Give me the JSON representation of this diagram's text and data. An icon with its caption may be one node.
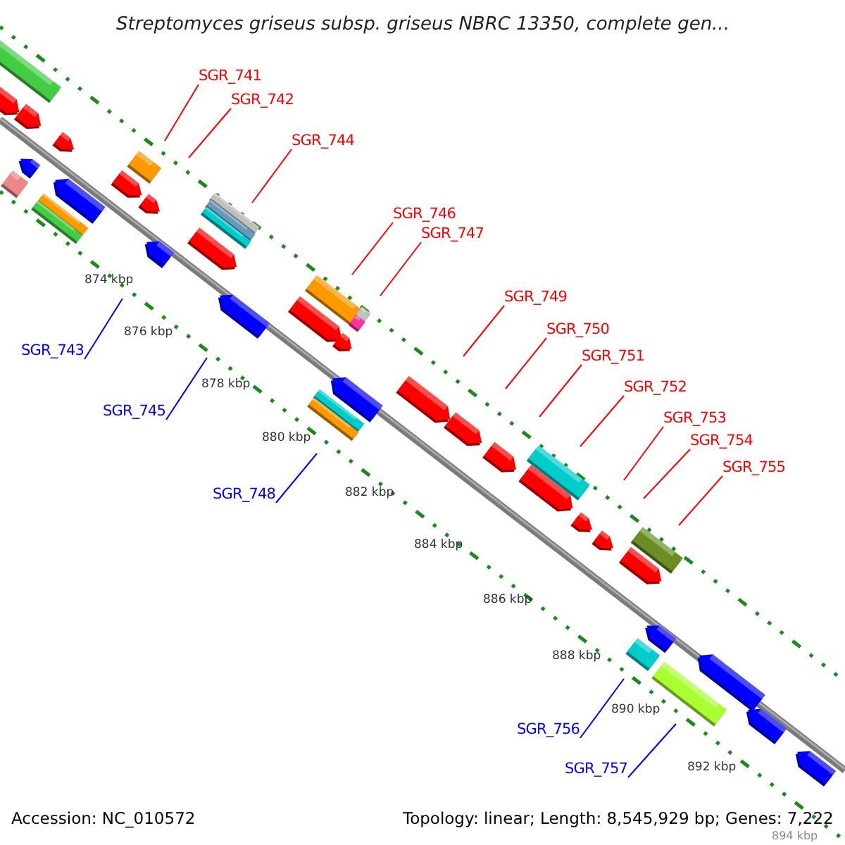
{
  "diagram": {
    "title": "Streptomyces griseus subsp. griseus NBRC 13350, complete gen...",
    "nodes": [
      {
        "text": [
          "SGR_741"
        ]
      },
      {
        "text": [
          "SGR_742"
        ]
      },
      {
        "text": [
          "SGR_744"
        ]
      },
      {
        "text": [
          "SGR_746"
        ]
      },
      {
        "text": [
          "SGR_747"
        ]
      },
      {
        "text": [
          "SGR_749"
        ]
      },
      {
        "text": [
          "SGR_750"
        ]
      },
      {
        "text": [
          "SGR_743"
        ]
      },
      {
        "text": [
          "SGR_751"
        ]
      },
      {
        "text": [
          "SGR_752"
        ]
      },
      {
        "text": [
          "SGR_745"
        ]
      },
      {
        "text": [
          "SGR_753"
        ]
      },
      {
        "text": [
          "SGR_754"
        ]
      },
      {
        "text": [
          "SGR_755"
        ]
      },
      {
        "text": [
          "SGR_748"
        ]
      },
      {
        "text": [
          "SGR_756"
        ]
      },
      {
        "text": [
          "SGR_757"
        ]
      }
    ],
    "edges": [
      {
        "from": 0,
        "to": null,
        "arrow": "none"
      },
      {
        "from": 1,
        "to": null,
        "arrow": "none"
      },
      {
        "from": 2,
        "to": null,
        "arrow": "none"
      },
      {
        "from": 3,
        "to": null,
        "arrow": "none"
      },
      {
        "from": 4,
        "to": null,
        "arrow": "none"
      },
      {
        "from": 5,
        "to": null,
        "arrow": "none"
      },
      {
        "from": 6,
        "to": null,
        "arrow": "none"
      },
      {
        "from": 7,
        "to": null,
        "arrow": "none",
        "color": "#0000ff"
      },
      {
        "from": 8,
        "to": null,
        "arrow": "none"
      },
      {
        "from": 9,
        "to": null,
        "arrow": "none"
      },
      {
        "from": 10,
        "to": null,
        "arrow": "none",
        "color": "#0000ff"
      },
      {
        "from": 11,
        "to": null,
        "arrow": "none"
      },
      {
        "from": 12,
        "to": null,
        "arrow": "none"
      },
      {
        "from": 13,
        "to": null,
        "arrow": "none"
      },
      {
        "from": 14,
        "to": null,
        "arrow": "none",
        "color": "#0000ff"
      },
      {
        "from": 15,
        "to": null,
        "arrow": "none",
        "color": "#0000ff"
      },
      {
        "from": 16,
        "to": null,
        "arrow": "none",
        "color": "#0000ff"
      }
    ],
    "labels": [
      "874 kbp",
      "876 kbp",
      "878 kbp",
      "880 kbp",
      "882 kbp",
      "884 kbp",
      "886 kbp",
      "888 kbp",
      "890 kbp",
      "892 kbp",
      "Accession: NC_010572",
      "Topology: linear; Length: 8,545,929 bp; Genes: 7,222",
      "894 kbp"
    ]
  }
}
